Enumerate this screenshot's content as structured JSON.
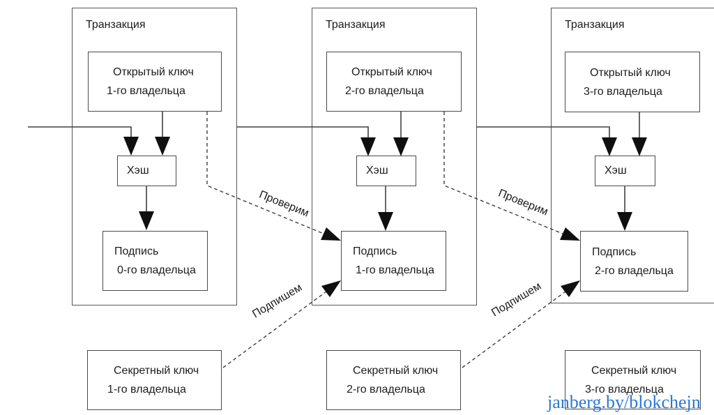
{
  "arrow_labels": {
    "verify": "Проверим",
    "sign": "Подпишем"
  },
  "transactions": [
    {
      "title": "Транзакция",
      "public_key_line1": "Открытый ключ",
      "public_key_line2": "1-го владельца",
      "hash_label": "Хэш",
      "signature_line1": "Подпись",
      "signature_line2": "0-го владельца"
    },
    {
      "title": "Транзакция",
      "public_key_line1": "Открытый ключ",
      "public_key_line2": "2-го владельца",
      "hash_label": "Хэш",
      "signature_line1": "Подпись",
      "signature_line2": "1-го владельца"
    },
    {
      "title": "Транзакция",
      "public_key_line1": "Открытый ключ",
      "public_key_line2": "3-го владельца",
      "hash_label": "Хэш",
      "signature_line1": "Подпись",
      "signature_line2": "2-го владельца"
    }
  ],
  "secret_keys": [
    {
      "line1": "Секретный ключ",
      "line2": "1-го владельца"
    },
    {
      "line1": "Секретный ключ",
      "line2": "2-го владельца"
    },
    {
      "line1": "Секретный ключ",
      "line2": "3-го владельца"
    }
  ],
  "watermark": {
    "text": "janberg.by/blokchejn",
    "color": "#2b77d5"
  },
  "colors": {
    "line": "#3f3f3f",
    "arrow": "#0f0f0f",
    "text": "#1c1c1c",
    "background": "#ffffff"
  }
}
